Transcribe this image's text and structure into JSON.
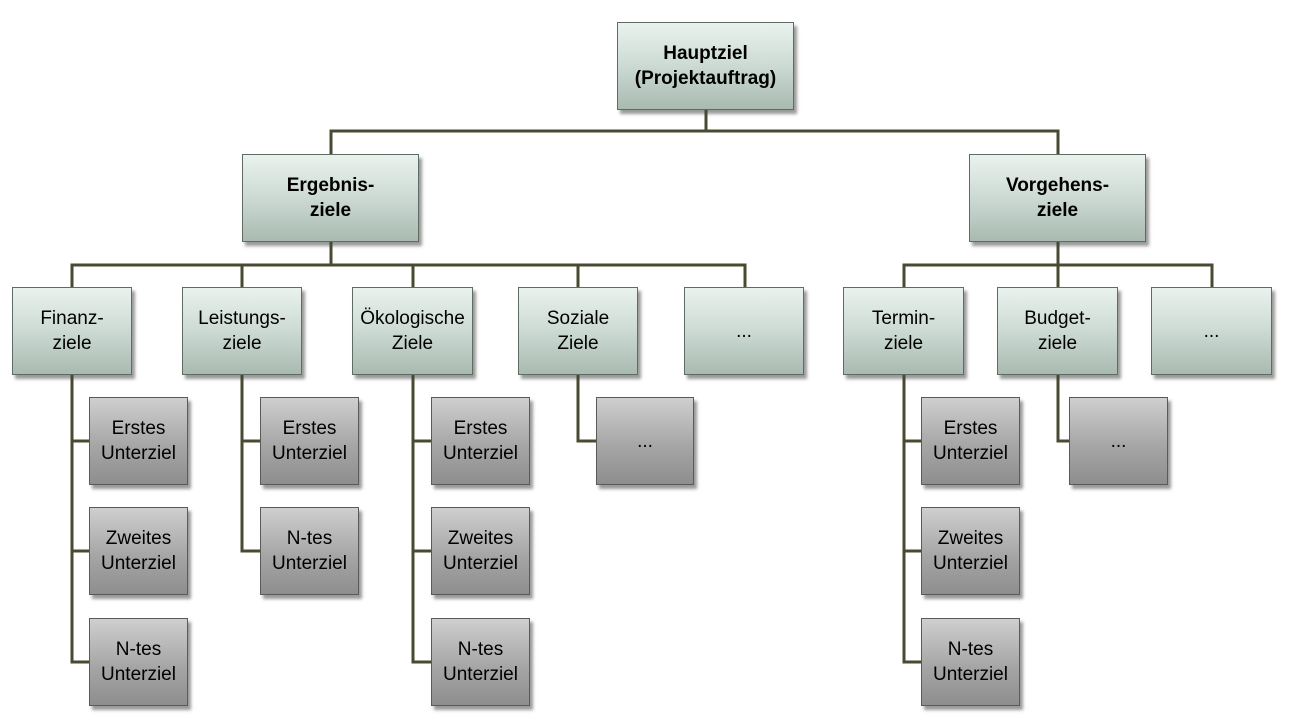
{
  "root": {
    "line1": "Hauptziel",
    "line2": "(Projektauftrag)"
  },
  "ergebnis": {
    "line1": "Ergebnis-",
    "line2": "ziele"
  },
  "vorgehens": {
    "line1": "Vorgehens-",
    "line2": "ziele"
  },
  "finanz": {
    "line1": "Finanz-",
    "line2": "ziele",
    "children": [
      {
        "line1": "Erstes",
        "line2": "Unterziel"
      },
      {
        "line1": "Zweites",
        "line2": "Unterziel"
      },
      {
        "line1": "N-tes",
        "line2": "Unterziel"
      }
    ]
  },
  "leistung": {
    "line1": "Leistungs-",
    "line2": "ziele",
    "children": [
      {
        "line1": "Erstes",
        "line2": "Unterziel"
      },
      {
        "line1": "N-tes",
        "line2": "Unterziel"
      }
    ]
  },
  "oeko": {
    "line1": "Ökologische",
    "line2": "Ziele",
    "children": [
      {
        "line1": "Erstes",
        "line2": "Unterziel"
      },
      {
        "line1": "Zweites",
        "line2": "Unterziel"
      },
      {
        "line1": "N-tes",
        "line2": "Unterziel"
      }
    ]
  },
  "sozial": {
    "line1": "Soziale",
    "line2": "Ziele",
    "children": [
      {
        "label": "..."
      }
    ]
  },
  "ergebnis_more": {
    "label": "..."
  },
  "termin": {
    "line1": "Termin-",
    "line2": "ziele",
    "children": [
      {
        "line1": "Erstes",
        "line2": "Unterziel"
      },
      {
        "line1": "Zweites",
        "line2": "Unterziel"
      },
      {
        "line1": "N-tes",
        "line2": "Unterziel"
      }
    ]
  },
  "budget": {
    "line1": "Budget-",
    "line2": "ziele",
    "children": [
      {
        "label": "..."
      }
    ]
  },
  "vorgehens_more": {
    "label": "..."
  },
  "colors": {
    "connector": "#4a4a32",
    "level_box": "#cfddd6",
    "sub_box": "#a6a6a6"
  }
}
